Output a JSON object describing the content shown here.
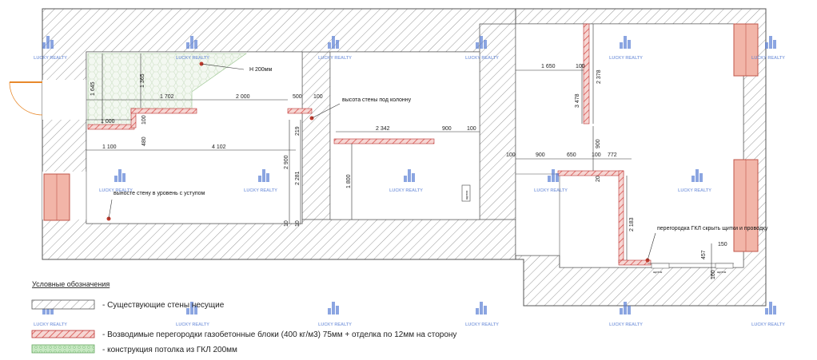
{
  "notes": {
    "ceiling_height": "H 200мм",
    "column_height": "высота стены под колонну",
    "wall_flush": "выносте стену в уровень с уступом",
    "gkl_partition": "перегородка ГКЛ скрыть щитки и проводку"
  },
  "labels": {
    "panel_small": "щиток",
    "panel_a": "щиток",
    "panel_b": "щиток"
  },
  "dimensions": {
    "d1645": "1 645",
    "d1365": "1 365",
    "d1702": "1 702",
    "d2000": "2 000",
    "d500": "500",
    "d100a": "100",
    "d1000": "1 000",
    "d100b": "100",
    "d480": "480",
    "d1100": "1 100",
    "d4102": "4 102",
    "d219": "219",
    "d2342": "2 342",
    "d900a": "900",
    "d100c": "100",
    "d2900": "2 900",
    "d2281": "2 281",
    "d1800": "1 800",
    "d10a": "10",
    "d10b": "10",
    "d1650": "1 650",
    "d100d": "100",
    "d3478": "3 478",
    "d2378": "2 378",
    "d100e": "100",
    "d900b": "900",
    "d650": "650",
    "d900c": "900",
    "d100f": "100",
    "d772": "772",
    "d20": "20",
    "d2183": "2 183",
    "d150": "150",
    "d457": "457",
    "d160": "160"
  },
  "legend": {
    "title": "Условные обозначения",
    "items": [
      {
        "text": "- Существующие стены несущие"
      },
      {
        "text": "- Возводимые перегородки газобетонные блоки (400 кг/м3) 75мм + отделка по 12мм на сторону"
      },
      {
        "text": "- конструкция потолка из ГКЛ 200мм"
      }
    ]
  },
  "watermark": "LUCKY REALTY",
  "colors": {
    "wall_hatch": "#9a9a9a",
    "partition": "#d9534f",
    "ceiling": "#7fbf7f",
    "window": "#f2b5a8",
    "door": "#e8892b",
    "watermark": "#5a7fd4"
  }
}
